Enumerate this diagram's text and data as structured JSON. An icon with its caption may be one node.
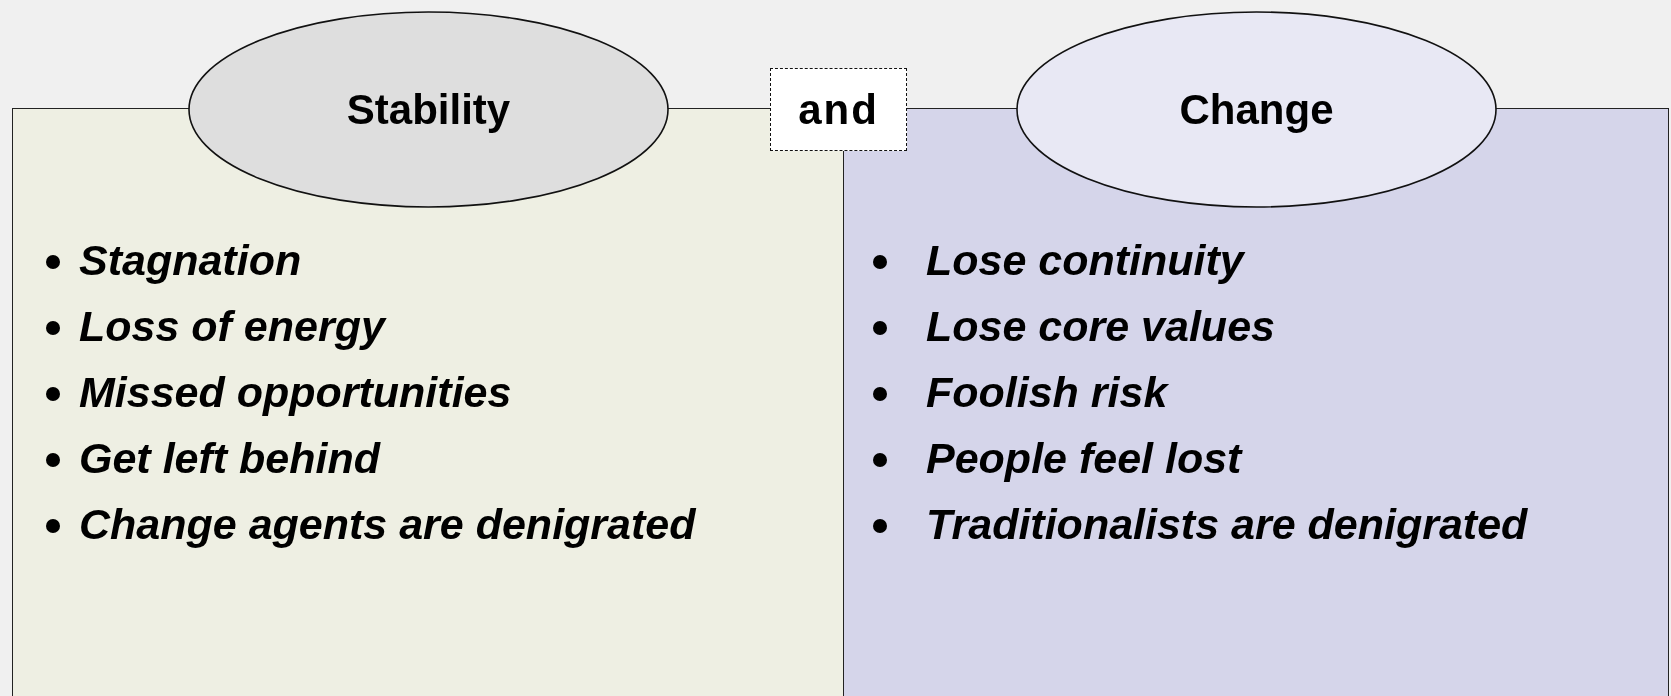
{
  "diagram": {
    "nodes": [
      {
        "text": [
          "Stagnation",
          "Loss of energy",
          "Missed opportunities",
          "Get left behind",
          "Change agents are denigrated"
        ]
      },
      {
        "text": [
          "Stability"
        ]
      },
      {
        "text": [
          "and"
        ]
      },
      {
        "text": [
          "Lose continuity",
          "Lose core values",
          "Foolish risk",
          "People feel lost",
          "Traditionalists are denigrated"
        ]
      },
      {
        "text": [
          "Change"
        ]
      }
    ]
  }
}
